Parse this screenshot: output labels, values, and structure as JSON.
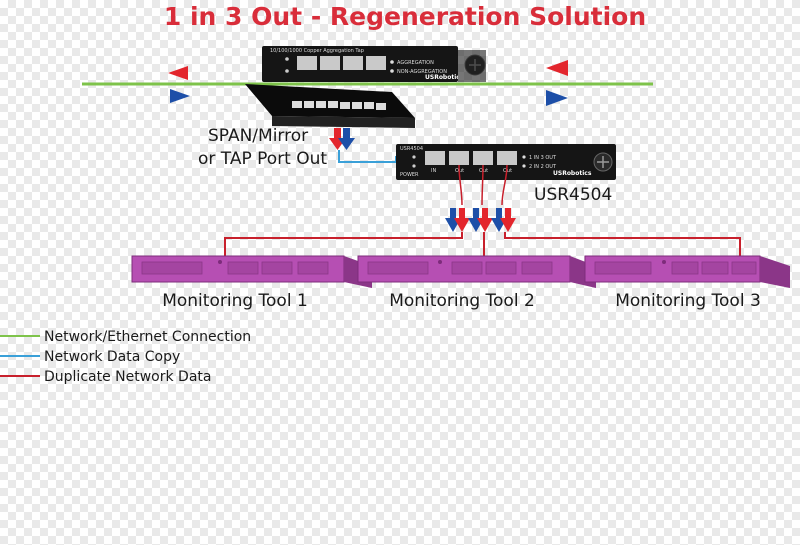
{
  "colors": {
    "title": "#d92d3a",
    "network": "#7ec34a",
    "copy": "#3aa0d8",
    "duplicate": "#c8202c",
    "arrow_red": "#e3262d",
    "arrow_blue": "#1d4fa8",
    "tool_fill": "#b64fb3",
    "device": "#151515"
  },
  "diagram": {
    "title": "1 in 3 Out - Regeneration Solution",
    "span_label_line1": "SPAN/Mirror",
    "span_label_line2": "or TAP Port Out",
    "device_name": "USR4504",
    "device_small_label": "USR4504",
    "tap_device_small_label": "10/100/1000 Copper Aggregation Tap",
    "tap_led_aggregation": "AGGREGATION",
    "tap_led_non_aggregation": "NON-AGGREGATION",
    "device_led_1": "1 IN 3 OUT",
    "device_led_2": "2 IN 2 OUT",
    "device_port_in": "IN",
    "device_port_out1": "Out",
    "device_port_out2": "Out",
    "device_port_out3": "Out",
    "device_power": "POWER",
    "brand": "USRobotics",
    "tools": [
      "Monitoring Tool 1",
      "Monitoring Tool 2",
      "Monitoring Tool 3"
    ]
  },
  "legend": [
    {
      "label": "Network/Ethernet Connection",
      "color": "#7ec34a"
    },
    {
      "label": "Network Data Copy",
      "color": "#3aa0d8"
    },
    {
      "label": "Duplicate Network Data",
      "color": "#c8202c"
    }
  ]
}
